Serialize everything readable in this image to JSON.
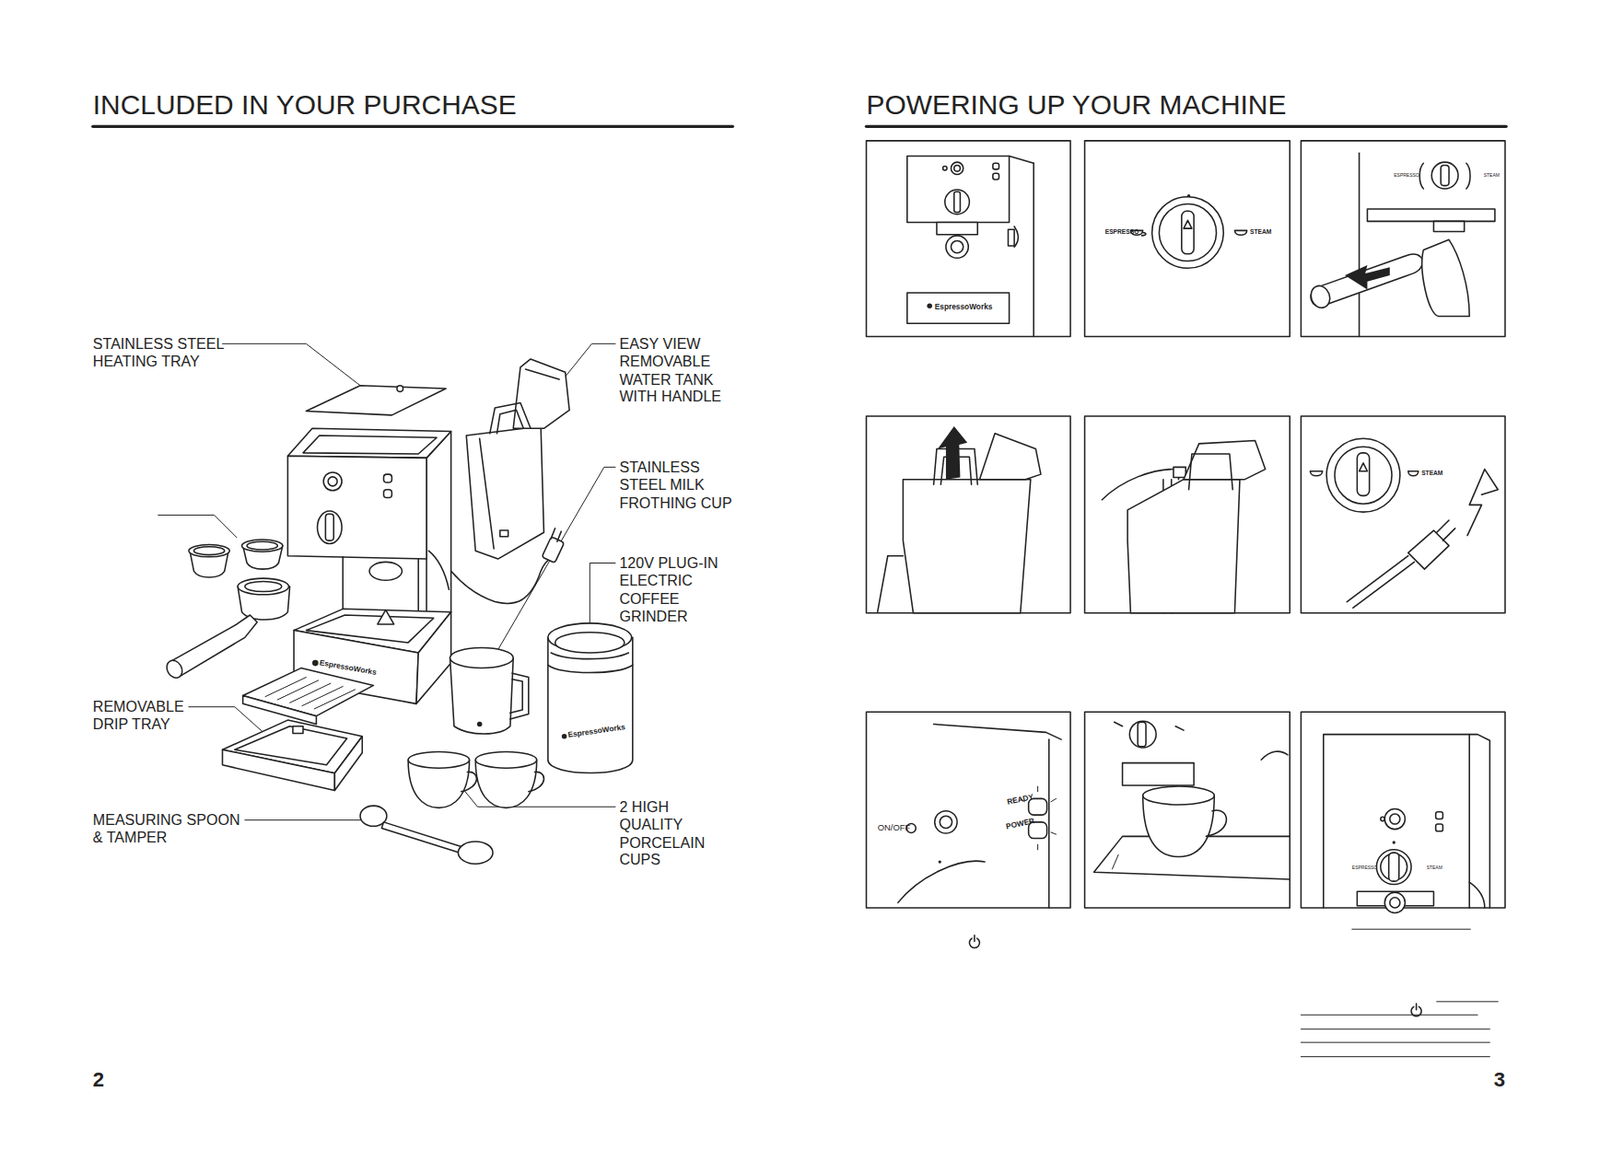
{
  "diagram": {
    "title": "INCLUDED IN YOUR PURCHASE",
    "labels": [
      "POWERING UP YOUR MACHINE",
      "STAINLESS STEEL HEATING TRAY",
      "EASY VIEW REMOVABLE WATER TANK WITH HANDLE",
      "STAINLESS STEEL MILK FROTHING CUP",
      "120V PLUG-IN ELECTRIC COFFEE GRINDER",
      "REMOVABLE DRIP TRAY",
      "MEASURING SPOON & TAMPER",
      "2 HIGH QUALITY PORCELAIN CUPS",
      "EspressoWorks",
      "EspressoWorks",
      "EspressoWorks",
      "ESPRESSO",
      "STEAM",
      "ESPRESSO",
      "STEAM",
      "STEAM",
      "ON/OFF",
      "READY",
      "POWER",
      "ESPRESSO",
      "STEAM",
      "2",
      "3"
    ]
  }
}
